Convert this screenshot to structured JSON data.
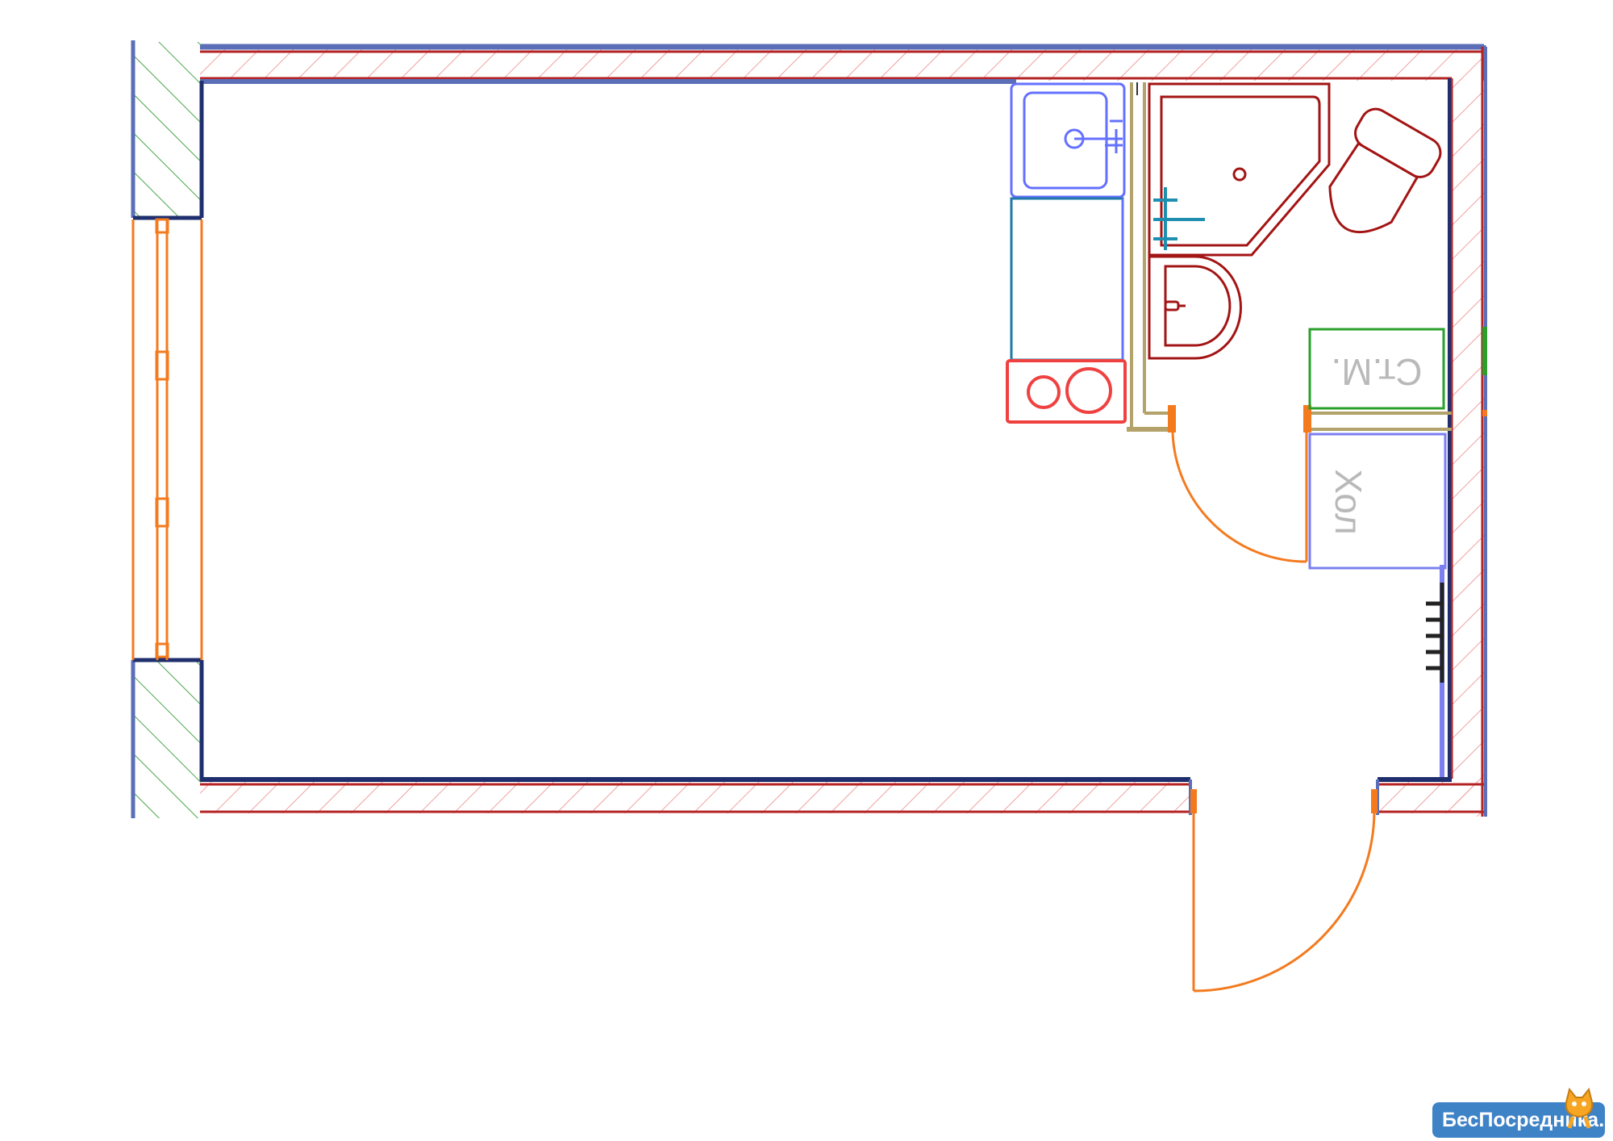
{
  "plan": {
    "labels": {
      "washing_machine": "Ст.М.",
      "fridge": "Хол"
    }
  },
  "colors": {
    "wall_outline": "#1f2f6e",
    "wall_blue": "#5a6fb8",
    "wall_hatch": "#f0a0a0",
    "wall_red": "#b42222",
    "exterior_wall_hatch": "#49a64a",
    "window_door": "#f47a1e",
    "sanitary": "#a31414",
    "kitchen_blue": "#6470ff",
    "kitchen_teal": "#1f78a8",
    "stove": "#f04141",
    "partition": "#b3a26a",
    "washing_machine": "#2aa02a",
    "fridge": "#7b7ff0",
    "radiator": "#222222",
    "logo_bg": "#3f83c7"
  },
  "logo": {
    "text": "БесПосредника.ru"
  }
}
